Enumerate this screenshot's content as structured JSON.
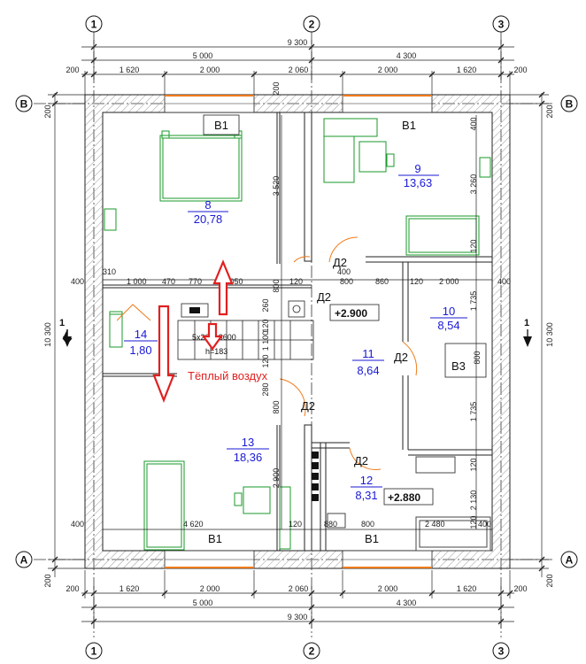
{
  "axes": {
    "vertical": [
      "1",
      "2",
      "3"
    ],
    "horizontal": [
      "А",
      "В"
    ]
  },
  "dims_top": {
    "overall": "9 300",
    "spans": [
      "5 000",
      "4 300"
    ],
    "chain": [
      "200",
      "1 620",
      "2 000",
      "2 060",
      "2 000",
      "1 620",
      "200"
    ]
  },
  "dims_bottom": {
    "overall": "9 300",
    "spans": [
      "5 000",
      "4 300"
    ],
    "chain": [
      "200",
      "1 620",
      "2 000",
      "2 060",
      "2 000",
      "1 620",
      "200"
    ]
  },
  "dims_side": {
    "left_overall": "10 300",
    "right_overall": "10 300",
    "left_top": "200",
    "left_bottom": "200",
    "right_top": "200",
    "right_bottom": "200"
  },
  "dims_internal": {
    "row_mid": [
      "400",
      "310",
      "1 000",
      "470",
      "770",
      "1 050",
      "800",
      "120",
      "400",
      "800",
      "860",
      "120",
      "2 000",
      "400"
    ],
    "row_bottom": [
      "400",
      "4 620",
      "120",
      "880",
      "800",
      "2 480",
      "400"
    ],
    "vert_center": [
      "3 520",
      "200",
      "260",
      "120",
      "1 100",
      "120",
      "280",
      "800",
      "2 900"
    ],
    "vert_right": [
      "400",
      "3 260",
      "120",
      "1 735",
      "800",
      "1 735",
      "120",
      "2 130",
      "120"
    ]
  },
  "rooms": [
    {
      "num": "8",
      "area": "20,78"
    },
    {
      "num": "9",
      "area": "13,63"
    },
    {
      "num": "10",
      "area": "8,54"
    },
    {
      "num": "11",
      "area": "8,64"
    },
    {
      "num": "12",
      "area": "8,31"
    },
    {
      "num": "13",
      "area": "18,36"
    },
    {
      "num": "14",
      "area": "1,80"
    }
  ],
  "doors": [
    "Д2",
    "Д2",
    "Д2",
    "Д2",
    "Д2"
  ],
  "windows": [
    "В1",
    "В1",
    "В1",
    "В1"
  ],
  "vent": "В3",
  "elevations": [
    "+2.900",
    "+2.880"
  ],
  "stair": {
    "spec": "5х200=3600",
    "height": "h=183"
  },
  "note": "Тёплый воздух",
  "section": [
    "1",
    "1"
  ]
}
